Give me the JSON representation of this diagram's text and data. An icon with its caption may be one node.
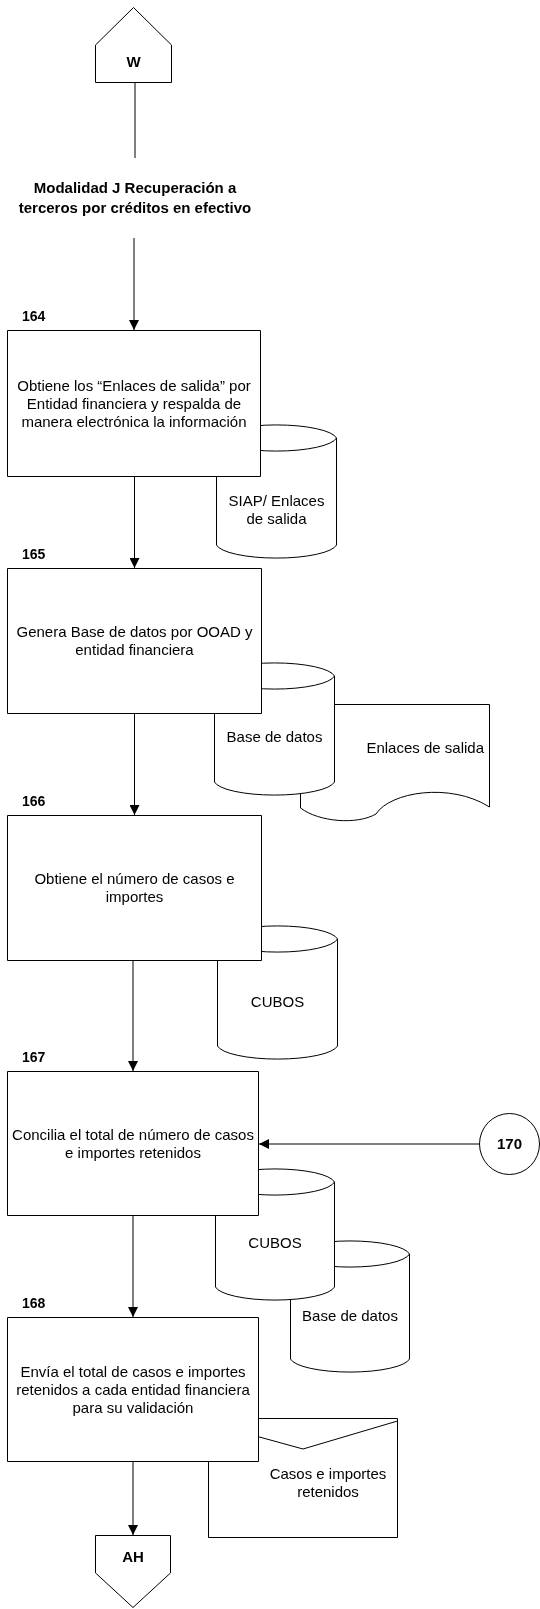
{
  "diagram": {
    "nodes": [
      {
        "text": [
          "W"
        ]
      },
      {
        "text": [
          "Modalidad J Recuperación a terceros por créditos en efectivo"
        ]
      },
      {
        "text": [
          "Obtiene los “Enlaces de salida” por Entidad financiera y respalda de manera electrónica la información"
        ],
        "beside": [
          "164"
        ]
      },
      {
        "text": [
          "SIAP/ Enlaces de salida"
        ]
      },
      {
        "text": [
          "Genera Base de datos por OOAD y entidad financiera"
        ],
        "beside": [
          "165"
        ]
      },
      {
        "text": [
          "Base de datos"
        ]
      },
      {
        "text": [
          "Enlaces de salida"
        ]
      },
      {
        "text": [
          "Obtiene el número de casos e importes"
        ],
        "beside": [
          "166"
        ]
      },
      {
        "text": [
          "CUBOS"
        ]
      },
      {
        "text": [
          "Concilia el total de número de casos e importes retenidos"
        ],
        "beside": [
          "167"
        ]
      },
      {
        "text": [
          "170"
        ]
      },
      {
        "text": [
          "CUBOS"
        ]
      },
      {
        "text": [
          "Base de datos"
        ]
      },
      {
        "text": [
          "Envía el total de casos e importes retenidos a cada entidad financiera para su validación"
        ],
        "beside": [
          "168"
        ]
      },
      {
        "text": [
          "Casos e importes retenidos"
        ]
      },
      {
        "text": [
          "AH"
        ]
      }
    ],
    "edges": [
      {
        "from": 0,
        "to": 1,
        "arrow": "none"
      },
      {
        "from": 1,
        "to": 2,
        "arrow": "to"
      },
      {
        "from": 2,
        "to": 4,
        "arrow": "to"
      },
      {
        "from": 4,
        "to": 7,
        "arrow": "to"
      },
      {
        "from": 7,
        "to": 9,
        "arrow": "to"
      },
      {
        "from": 10,
        "to": 9,
        "arrow": "to"
      },
      {
        "from": 9,
        "to": 13,
        "arrow": "to"
      },
      {
        "from": 13,
        "to": 15,
        "arrow": "to"
      }
    ]
  }
}
